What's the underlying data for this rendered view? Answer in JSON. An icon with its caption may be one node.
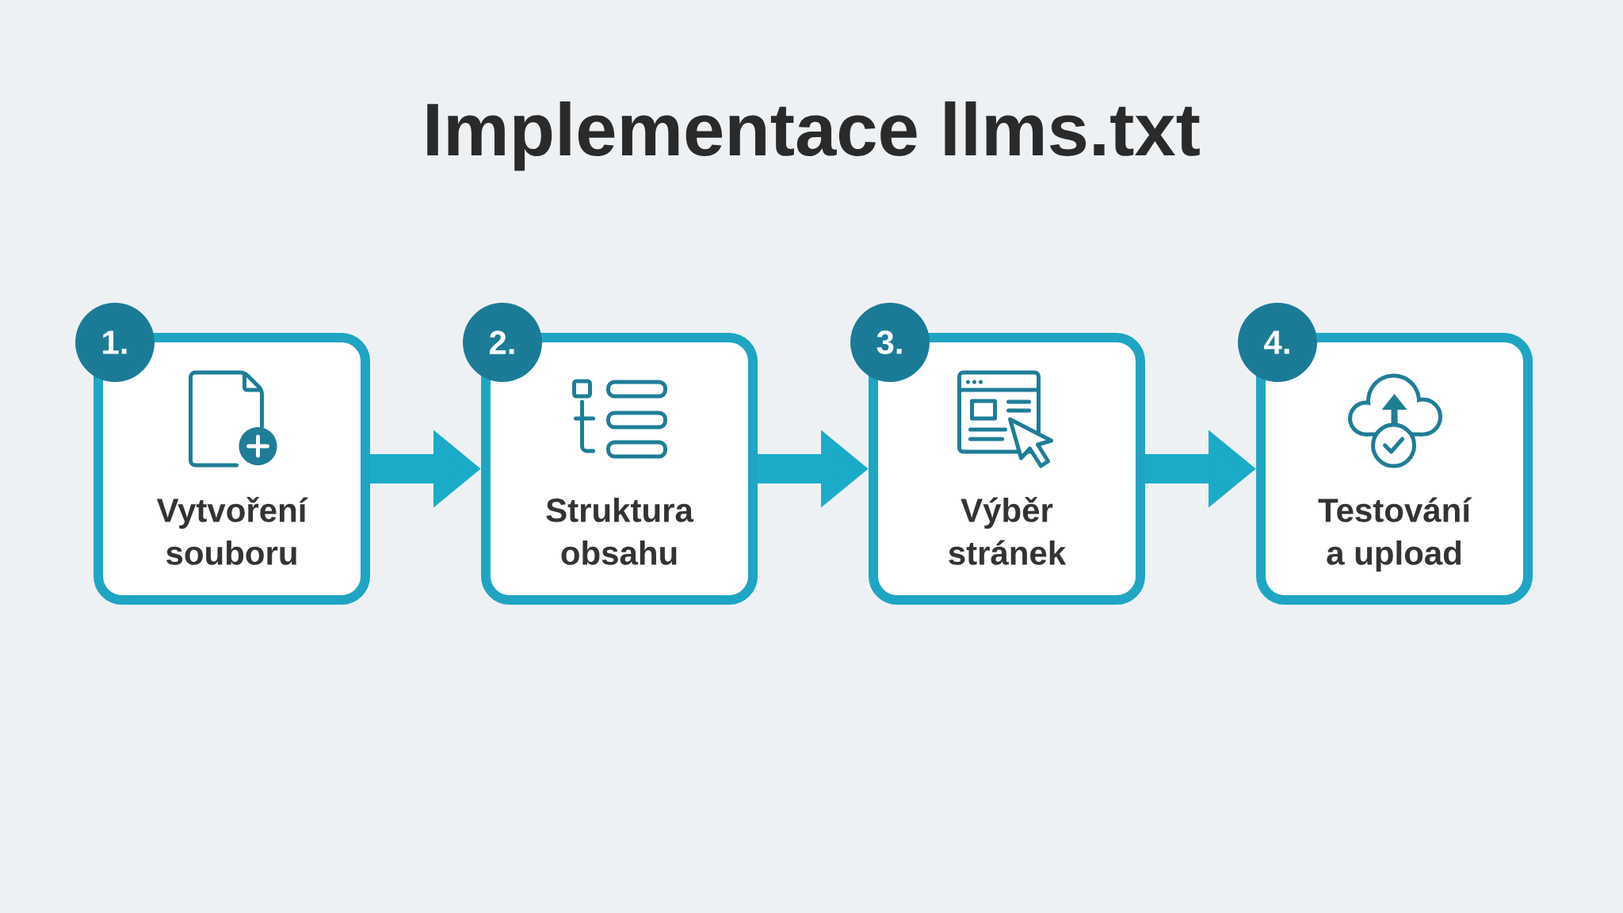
{
  "diagram": {
    "title": "Implementace llms.txt",
    "nodes": [
      {
        "text": [
          "1."
        ]
      },
      {
        "text": [
          "Vytvoření souboru"
        ]
      },
      {
        "text": [
          "2."
        ]
      },
      {
        "text": [
          "Struktura obsahu"
        ]
      },
      {
        "text": [
          "3."
        ]
      },
      {
        "text": [
          "Výběr stránek"
        ]
      },
      {
        "text": [
          "4."
        ]
      },
      {
        "text": [
          "Testování a upload"
        ]
      }
    ],
    "edges": [
      {
        "from": 1,
        "to": 3,
        "arrow": "to"
      },
      {
        "from": 3,
        "to": 5,
        "arrow": "to"
      },
      {
        "from": 5,
        "to": 7,
        "arrow": "to"
      }
    ]
  }
}
